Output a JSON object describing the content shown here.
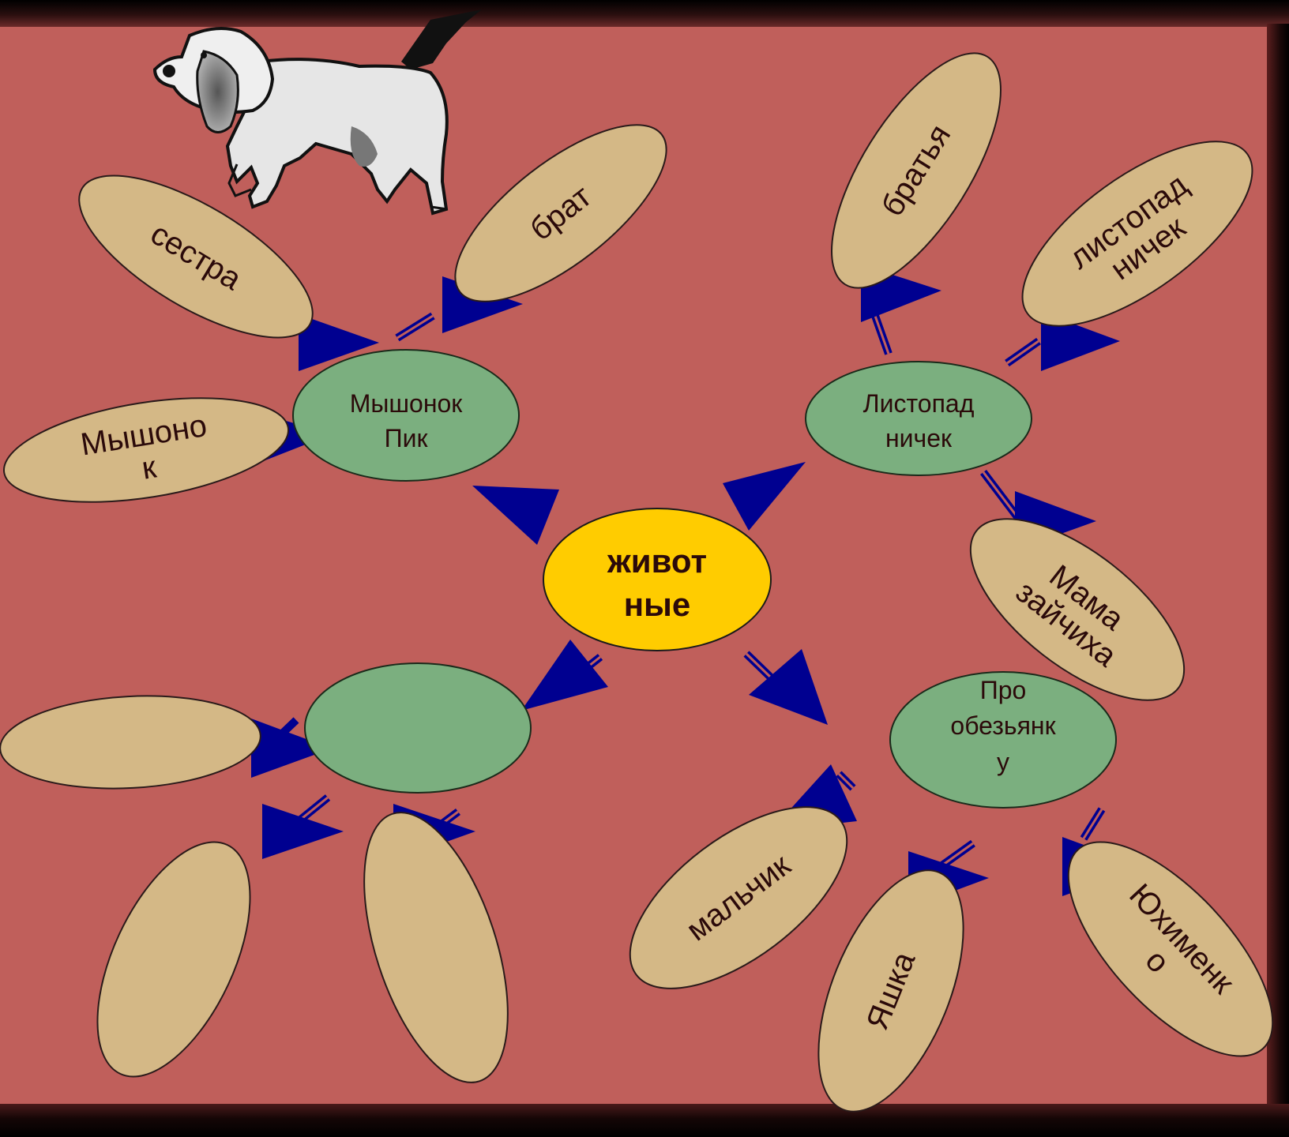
{
  "diagram": {
    "center": "живот ные",
    "hubs": {
      "mouse": [
        "Мышонок",
        "Пик"
      ],
      "leaf": [
        "Листопад",
        "ничек"
      ],
      "monkey": [
        "Про",
        "обезьянк",
        "у"
      ],
      "empty": []
    },
    "leaves": {
      "sestra": [
        "сестра"
      ],
      "brat": [
        "брат"
      ],
      "myshonok": [
        "Мышоно",
        "к"
      ],
      "bratya": [
        "братья"
      ],
      "listopadnichek": [
        "листопад",
        "ничек"
      ],
      "mama": [
        "Мама",
        "зайчиха"
      ],
      "malchik": [
        "мальчик"
      ],
      "yashka": [
        "Яшка"
      ],
      "yukhimenko": [
        "Юхименк",
        "о"
      ],
      "blank1": [],
      "blank2": [],
      "blank3": []
    }
  },
  "colors": {
    "background": "#c05f5b",
    "center_fill": "#ffcc00",
    "hub_fill": "#7baf7f",
    "leaf_fill": "#d4b886",
    "arrow": "#000090",
    "frame": "#000000"
  },
  "image": {
    "icon": "dog-icon"
  }
}
